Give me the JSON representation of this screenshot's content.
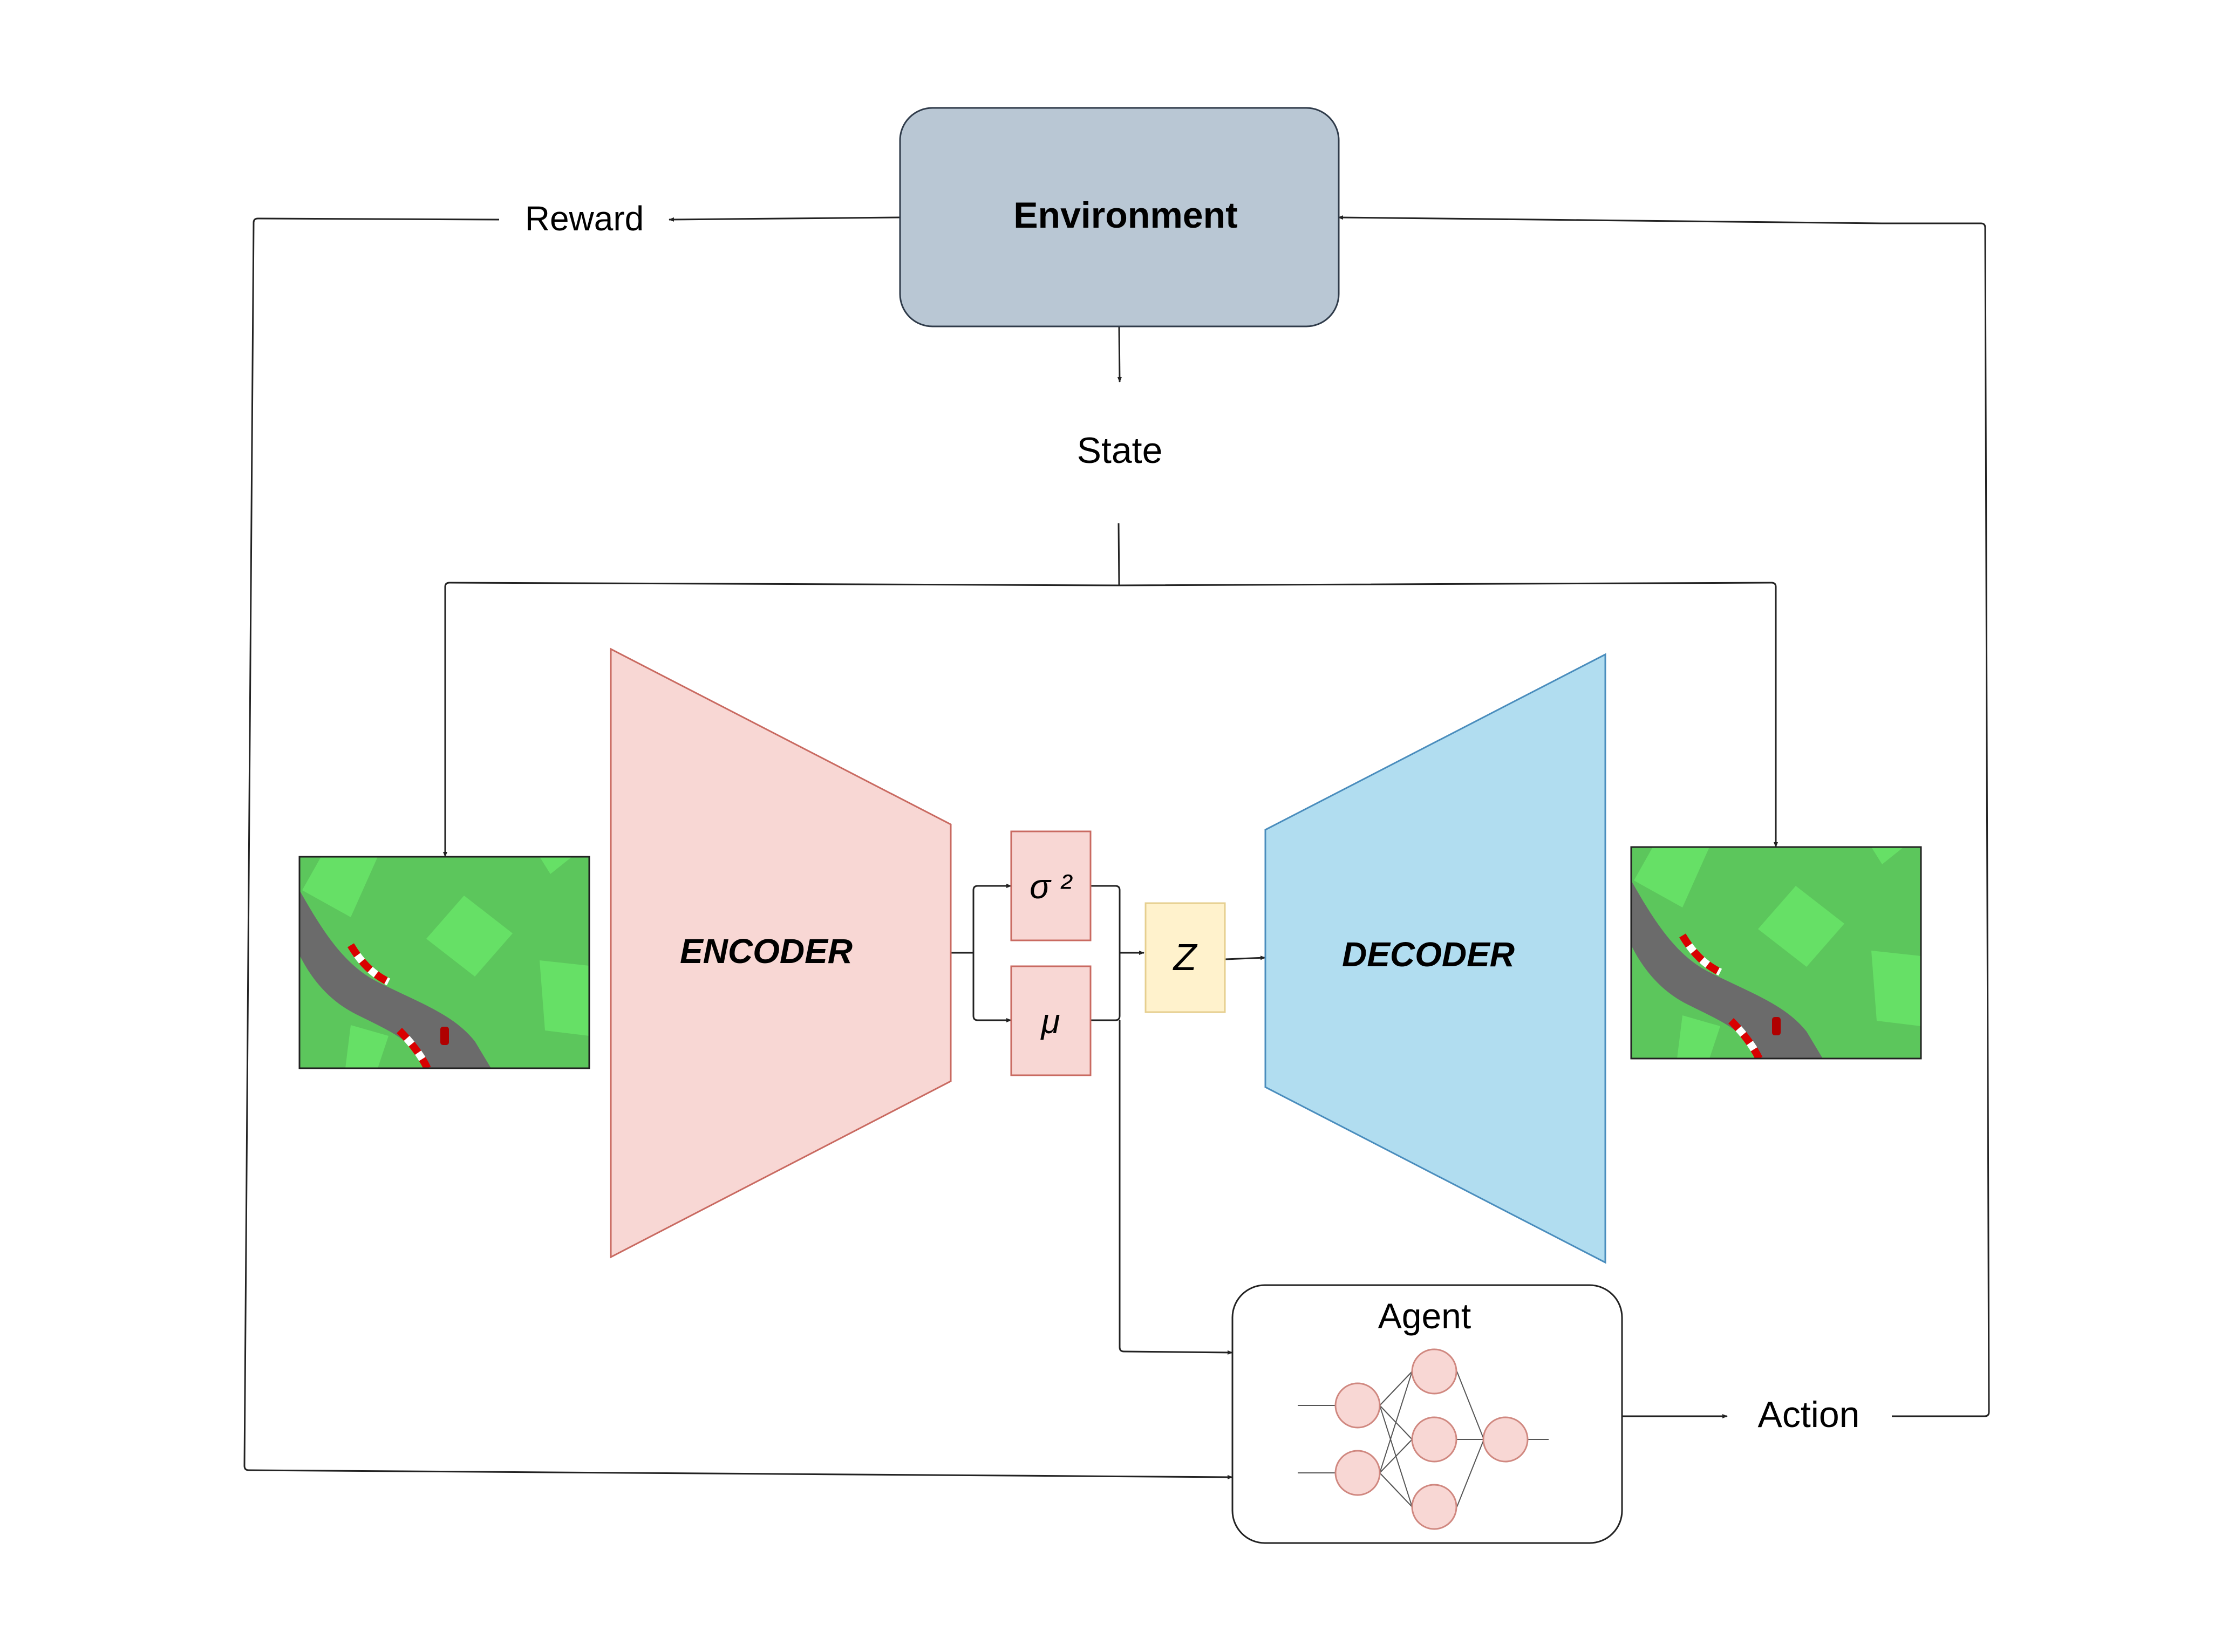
{
  "nodes": {
    "environment": "Environment",
    "reward": "Reward",
    "state": "State",
    "encoder": "ENCODER",
    "decoder": "DECODER",
    "sigma": "σ ²",
    "mu": "μ",
    "z": "Z",
    "agent": "Agent",
    "action": "Action"
  },
  "colors": {
    "environment_fill": "#b9c7d4",
    "encoder_fill": "#f8d7d4",
    "encoder_stroke": "#c96a61",
    "decoder_fill": "#b1ddf0",
    "decoder_stroke": "#4a8dbd",
    "latent_fill": "#f8d7d4",
    "z_fill": "#fff2cc",
    "agent_node_fill": "#f8d7d4",
    "grass_dark": "#5cc65c",
    "grass_light": "#66e066",
    "road": "#6b6b6b",
    "kerb_red": "#d90000",
    "arrow": "#222222"
  }
}
